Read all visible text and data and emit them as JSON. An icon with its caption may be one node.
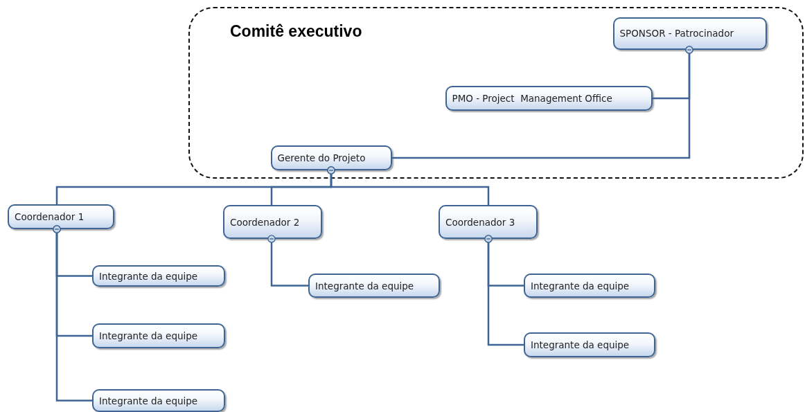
{
  "diagram": {
    "nodes": [
      {
        "text": [
          "Comitê executivo"
        ]
      },
      {
        "text": [
          "SPONSOR - Patrocinador"
        ],
        "in": 0
      },
      {
        "text": [
          "PMO - Project  Management Office"
        ],
        "in": 0
      },
      {
        "text": [
          "Gerente do Projeto"
        ],
        "in": 0
      },
      {
        "text": [
          "Coordenador 1"
        ]
      },
      {
        "text": [
          "Coordenador 2"
        ]
      },
      {
        "text": [
          "Coordenador 3"
        ]
      },
      {
        "text": [
          "Integrante da equipe"
        ]
      },
      {
        "text": [
          "Integrante da equipe"
        ]
      },
      {
        "text": [
          "Integrante da equipe"
        ]
      },
      {
        "text": [
          "Integrante da equipe"
        ]
      },
      {
        "text": [
          "Integrante da equipe"
        ]
      },
      {
        "text": [
          "Integrante da equipe"
        ]
      }
    ],
    "edges": [
      {
        "from": 1,
        "to": 2,
        "arrow": "other"
      },
      {
        "from": 1,
        "to": 3,
        "arrow": "other"
      },
      {
        "from": 3,
        "to": 4,
        "arrow": "other"
      },
      {
        "from": 3,
        "to": 5,
        "arrow": "other"
      },
      {
        "from": 3,
        "to": 6,
        "arrow": "other"
      },
      {
        "from": 4,
        "to": 7,
        "arrow": "other"
      },
      {
        "from": 4,
        "to": 8,
        "arrow": "other"
      },
      {
        "from": 4,
        "to": 9,
        "arrow": "other"
      },
      {
        "from": 5,
        "to": 10,
        "arrow": "other"
      },
      {
        "from": 6,
        "to": 11,
        "arrow": "other"
      },
      {
        "from": 6,
        "to": 12,
        "arrow": "other"
      }
    ]
  }
}
